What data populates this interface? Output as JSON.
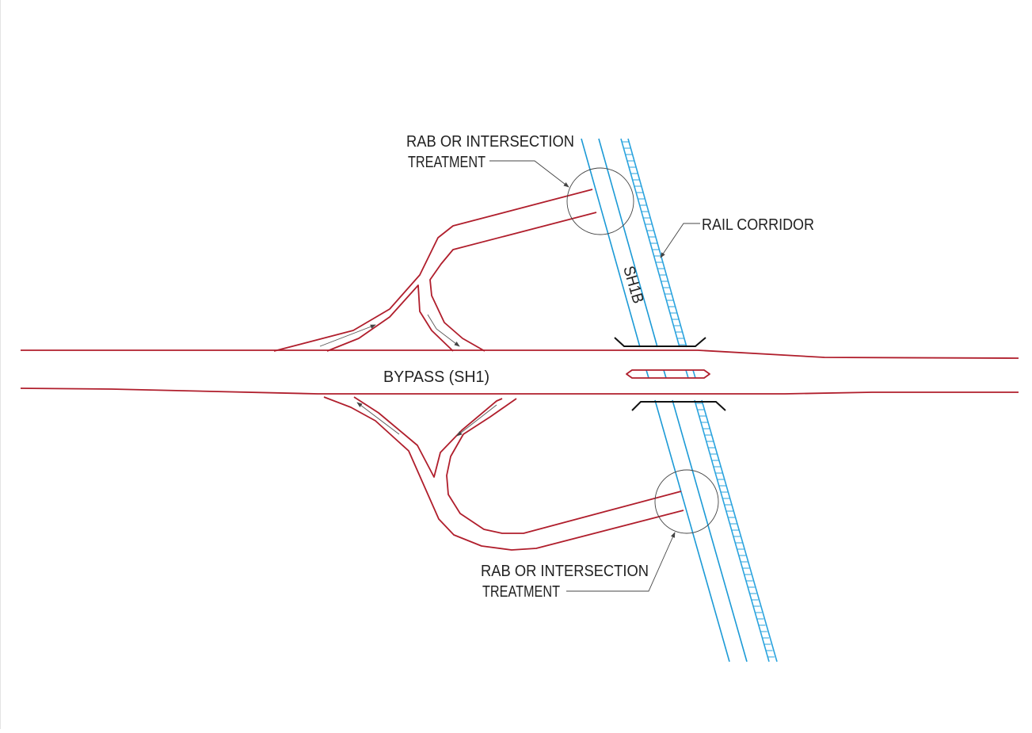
{
  "labels": {
    "top_treatment_line1": "RAB OR INTERSECTION",
    "top_treatment_line2": "TREATMENT",
    "bottom_treatment_line1": "RAB OR INTERSECTION",
    "bottom_treatment_line2": "TREATMENT",
    "rail_corridor": "RAIL CORRIDOR",
    "sh1b": "SH1B",
    "bypass": "BYPASS (SH1)"
  },
  "colors": {
    "road": "#b01e2c",
    "sh1b": "#1c9ad6",
    "rail": "#2aa3de",
    "annotation": "#444444"
  }
}
